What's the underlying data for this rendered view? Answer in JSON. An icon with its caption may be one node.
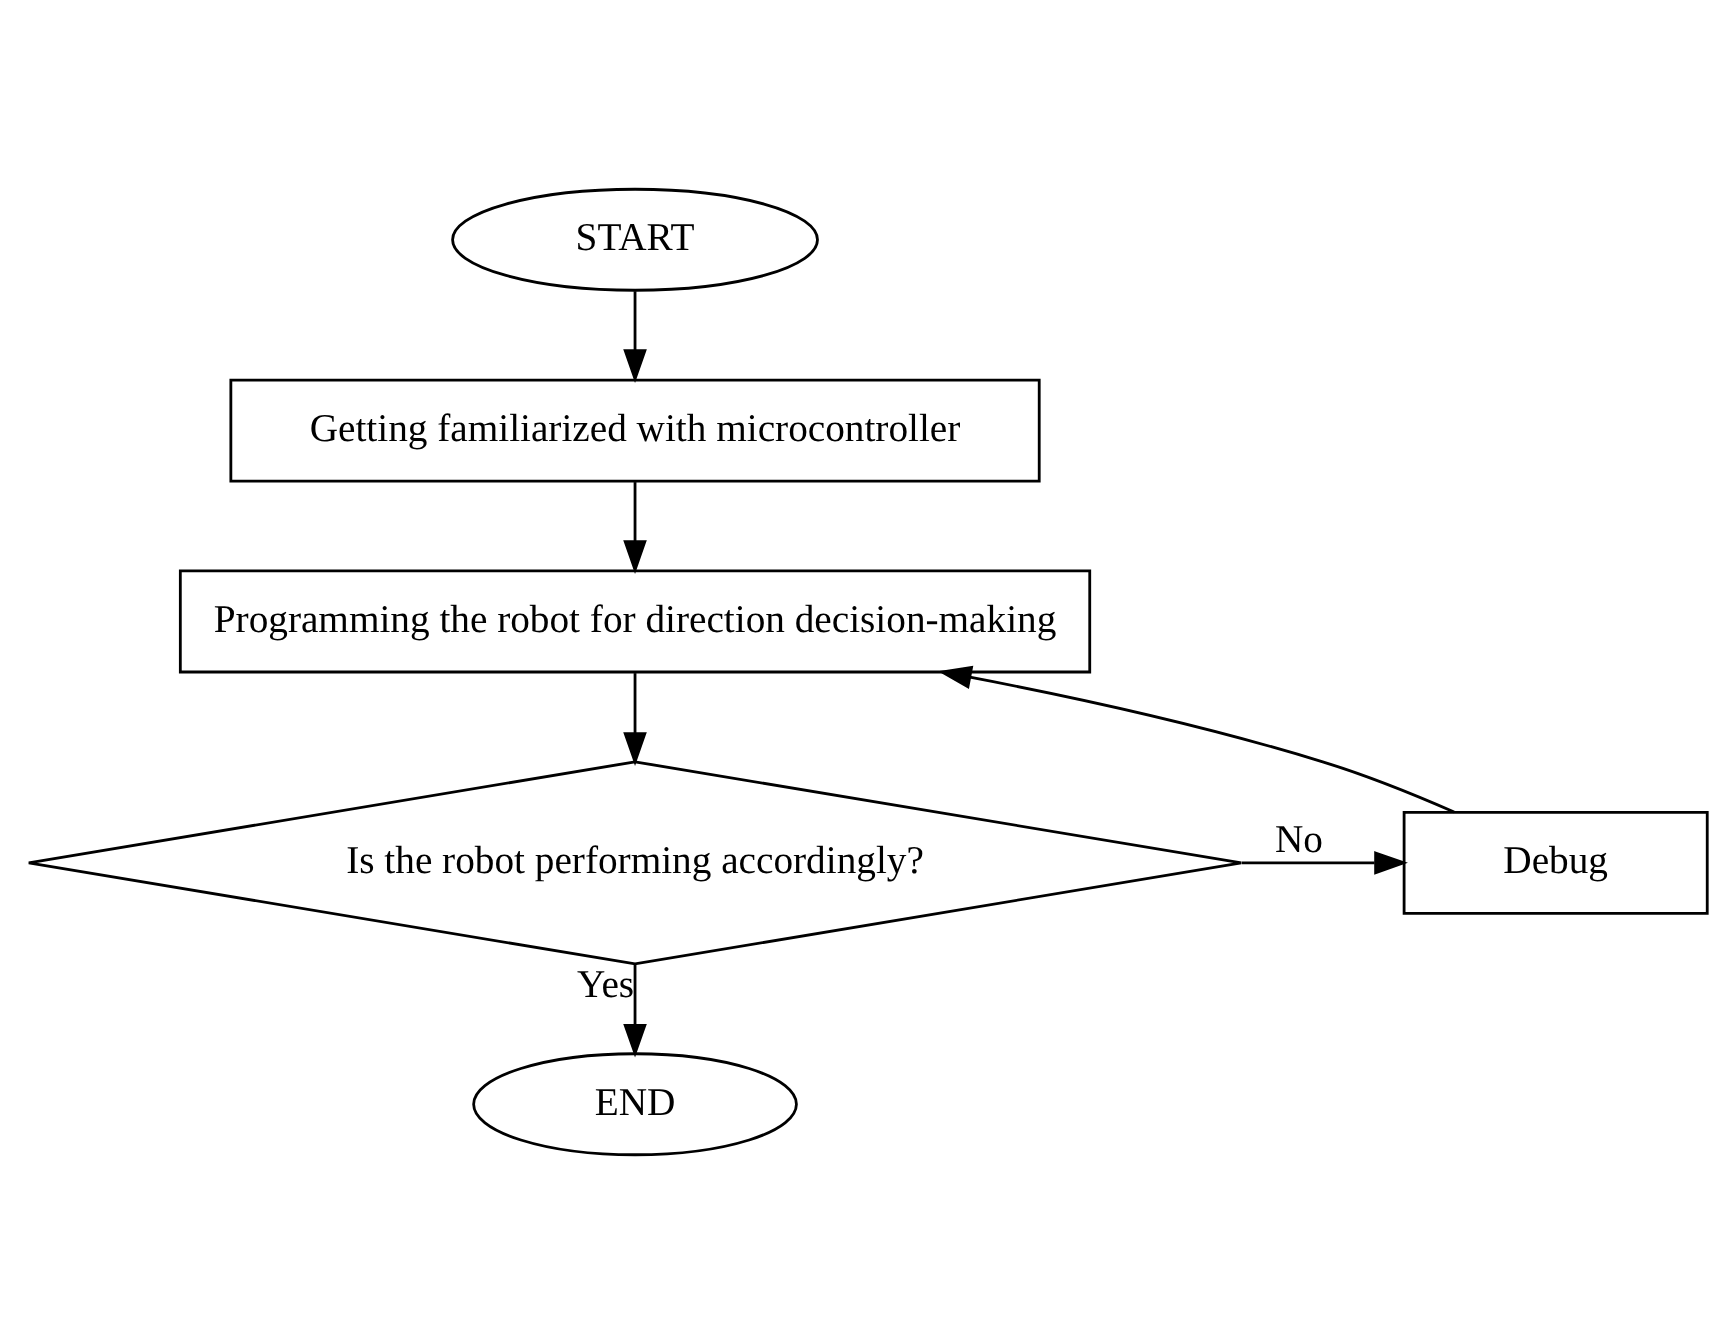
{
  "diagram": {
    "nodes": [
      {
        "text": [
          "START"
        ]
      },
      {
        "text": [
          "Getting familiarized with microcontroller"
        ]
      },
      {
        "text": [
          "Programming the robot for direction decision-making"
        ]
      },
      {
        "text": [
          "Is the robot performing accordingly?"
        ]
      },
      {
        "text": [
          "Debug"
        ]
      },
      {
        "text": [
          "END"
        ]
      }
    ],
    "edges": [
      {
        "from": 0,
        "to": 1,
        "arrow": "to"
      },
      {
        "from": 1,
        "to": 2,
        "arrow": "to"
      },
      {
        "from": 2,
        "to": 3,
        "arrow": "to"
      },
      {
        "from": 3,
        "to": 4,
        "arrow": "to",
        "label": "No"
      },
      {
        "from": 4,
        "to": 2,
        "arrow": "to"
      },
      {
        "from": 3,
        "to": 5,
        "arrow": "to",
        "label": "Yes"
      }
    ]
  }
}
